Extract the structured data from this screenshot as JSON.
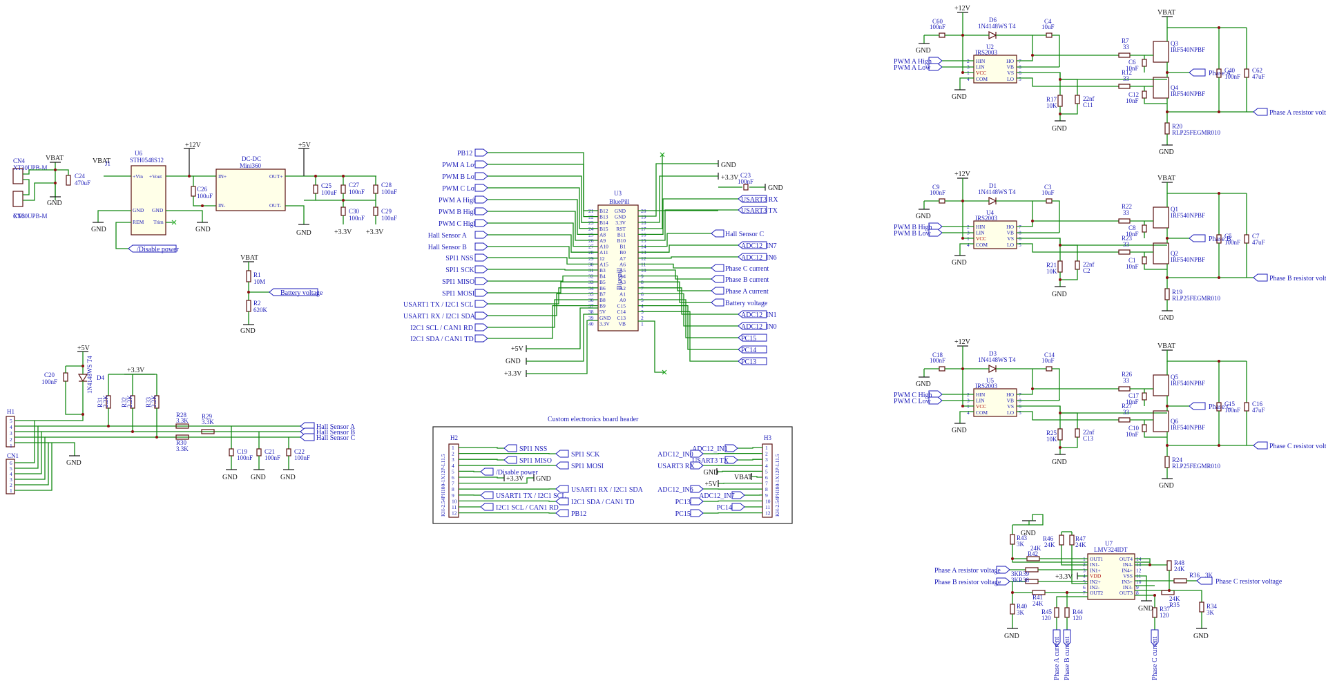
{
  "header_title": "Custom electronics board header",
  "nets": {
    "vbat": "VBAT",
    "p12v": "+12V",
    "p5v": "+5V",
    "p33v": "+3.3V",
    "gnd": "GND",
    "disable_power": "/Disable power",
    "battery_voltage": "Battery voltage",
    "pb12": "PB12",
    "pwm_a_low": "PWM A Low",
    "pwm_b_low": "PWM B Low",
    "pwm_c_low": "PWM C Low",
    "pwm_a_high": "PWM A High",
    "pwm_b_high": "PWM B High",
    "pwm_c_high": "PWM C High",
    "hall_a": "Hall Sensor A",
    "hall_b": "Hall Sensor B",
    "hall_c": "Hall Sensor C",
    "spi_nss": "SPI1 NSS",
    "spi_sck": "SPI1 SCK",
    "spi_miso": "SPI1 MISO",
    "spi_mosi": "SPI1 MOSI",
    "usart1_tx": "USART1 TX / I2C1 SCL",
    "usart1_rx": "USART1 RX / I2C1 SDA",
    "i2c_rd": "I2C1 SCL / CAN1 RD",
    "i2c_td": "I2C1 SDA / CAN1 TD",
    "usart3_rx": "USART3 RX",
    "usart3_tx": "USART3 TX",
    "adc_in7": "ADC12_IN7",
    "adc_in6": "ADC12_IN6",
    "adc_in1": "ADC12_IN1",
    "adc_in0": "ADC12_IN0",
    "phase_c_current": "Phase C current",
    "phase_b_current": "Phase B current",
    "phase_a_current": "Phase A current",
    "pc15": "PC15",
    "pc14": "PC14",
    "pc13": "PC13",
    "phase_a": "Phase A",
    "phase_b": "Phase B",
    "phase_c": "Phase C",
    "phase_a_rv": "Phase A resistor voltage",
    "phase_b_rv": "Phase B resistor voltage",
    "phase_c_rv": "Phase C resistor voltage",
    "pwm_a_high_t": "PWM A High",
    "pwm_b_high_t": "PWM B High",
    "pwm_c_high_t": "PWM C High"
  },
  "components": {
    "cn4": {
      "ref": "CN4",
      "value": "XT30UPB-M"
    },
    "cn3": {
      "ref": "CN3",
      "value": "XT60UPB-M"
    },
    "c24": {
      "ref": "C24",
      "value": "470uF"
    },
    "j1": {
      "ref": "J1"
    },
    "u6": {
      "ref": "U6",
      "value": "STH0548S12",
      "pins": [
        "+Vin",
        "+Vout",
        "GND",
        "GND",
        "REM",
        "Trim"
      ]
    },
    "c26": {
      "ref": "C26",
      "value": "100uF"
    },
    "dcdc": {
      "ref": "DC-DC",
      "value": "Mini360",
      "pins": [
        "IN+",
        "IN-",
        "OUT+",
        "OUT-"
      ]
    },
    "c25": {
      "ref": "C25",
      "value": "100uF"
    },
    "c27": {
      "ref": "C27",
      "value": "100nF"
    },
    "c28": {
      "ref": "C28",
      "value": "100nF"
    },
    "c30": {
      "ref": "C30",
      "value": "100nF"
    },
    "c29": {
      "ref": "C29",
      "value": "100nF"
    },
    "r1": {
      "ref": "R1",
      "value": "10M"
    },
    "r2": {
      "ref": "R2",
      "value": "620K"
    },
    "u3": {
      "ref": "U3",
      "value": "BluePill",
      "body": "Bluepill",
      "left_pins": [
        "B12",
        "B13",
        "B14",
        "B15",
        "A8",
        "A9",
        "A10",
        "A11",
        "12",
        "A15",
        "B3",
        "B4",
        "B5",
        "B6",
        "B7",
        "B8",
        "B9",
        "5V",
        "GND",
        "3.3V"
      ],
      "left_nums": [
        "21",
        "22",
        "23",
        "24",
        "25",
        "26",
        "27",
        "28",
        "29",
        "30",
        "31",
        "32",
        "33",
        "34",
        "35",
        "36",
        "37",
        "38",
        "39",
        "40"
      ],
      "right_pins": [
        "GND",
        "GND",
        "3.3V",
        "RST",
        "B11",
        "B10",
        "B1",
        "B0",
        "A7",
        "A6",
        "A5",
        "A4",
        "A3",
        "A2",
        "A1",
        "A0",
        "C15",
        "C14",
        "C13",
        "VB"
      ],
      "right_nums": [
        "20",
        "19",
        "18",
        "17",
        "16",
        "15",
        "14",
        "13",
        "12",
        "11",
        "10",
        "9",
        "8",
        "7",
        "6",
        "5",
        "4",
        "3",
        "2",
        "1"
      ]
    },
    "c23": {
      "ref": "C23",
      "value": "100nF"
    },
    "h1": {
      "ref": "H1"
    },
    "cn1": {
      "ref": "CN1"
    },
    "c20": {
      "ref": "C20",
      "value": "100nF"
    },
    "d4": {
      "ref": "D4",
      "value": "1N4148WS T4"
    },
    "r31": {
      "ref": "R31",
      "value": "2.2K"
    },
    "r32": {
      "ref": "R32",
      "value": "2.2K"
    },
    "r33": {
      "ref": "R33",
      "value": "2.2K"
    },
    "r28": {
      "ref": "R28",
      "value": "3.3K"
    },
    "r29": {
      "ref": "R29",
      "value": "3.3K"
    },
    "r30": {
      "ref": "R30",
      "value": "3.3K"
    },
    "c19": {
      "ref": "C19",
      "value": "100nF"
    },
    "c21": {
      "ref": "C21",
      "value": "100nF"
    },
    "c22": {
      "ref": "C22",
      "value": "100nF"
    },
    "h2": {
      "ref": "H2",
      "value": "KH-2.54PH180-1X12P-L11.5"
    },
    "h3": {
      "ref": "H3",
      "value": "KH-2.54PH180-1X12P-L11.5"
    },
    "pins12": [
      "1",
      "2",
      "3",
      "4",
      "5",
      "6",
      "7",
      "8",
      "9",
      "10",
      "11",
      "12"
    ],
    "drv_pins": [
      "HIN",
      "LIN",
      "VCC",
      "COM",
      "HO",
      "VB",
      "VS",
      "LO"
    ],
    "drv_nums": [
      "2",
      "3",
      "1",
      "4",
      "7",
      "8",
      "6",
      "5"
    ],
    "half_a": {
      "c_in": "C60",
      "d": "D6",
      "u": "U2",
      "cb": "C4",
      "r_hi": "R7",
      "r_lo": "R12",
      "c_hi": "C6",
      "c_lo": "C12",
      "q_hi": "Q3",
      "q_lo": "Q4",
      "c_bulk1": "C40",
      "c_bulk2": "C62",
      "r_g": "R17",
      "c_f": "C11",
      "r_s": "R20"
    },
    "half_b": {
      "c_in": "C9",
      "d": "D1",
      "u": "U4",
      "cb": "C3",
      "r_hi": "R22",
      "r_lo": "R23",
      "c_hi": "C8",
      "c_lo": "C1",
      "q_hi": "Q1",
      "q_lo": "Q2",
      "c_bulk1": "C5",
      "c_bulk2": "C7",
      "r_g": "R21",
      "c_f": "C2",
      "r_s": "R19"
    },
    "half_c": {
      "c_in": "C18",
      "d": "D3",
      "u": "U5",
      "cb": "C14",
      "r_hi": "R26",
      "r_lo": "R27",
      "c_hi": "C17",
      "c_lo": "C10",
      "q_hi": "Q5",
      "q_lo": "Q6",
      "c_bulk1": "C15",
      "c_bulk2": "C16",
      "r_g": "R25",
      "c_f": "C13",
      "r_s": "R24"
    },
    "half_values": {
      "c100n": "100nF",
      "diode": "1N4148WS T4",
      "drv": "IRS2003",
      "c10u": "10uF",
      "r33": "33",
      "c10n": "10nF",
      "mosfet": "IRF540NPBF",
      "c47u": "47uF",
      "r10k": "10K",
      "c22n": "22nf",
      "rshunt": "RLP25FEGMR010"
    },
    "u7": {
      "ref": "U7",
      "value": "LMV324IDT",
      "left_pins": [
        "OUT1",
        "IN1-",
        "IN1+",
        "VDD",
        "IN2+",
        "IN2-",
        "OUT2"
      ],
      "left_nums": [
        "1",
        "2",
        "3",
        "4",
        "5",
        "6",
        "7"
      ],
      "right_pins": [
        "OUT4",
        "IN4-",
        "IN4+",
        "VSS",
        "IN3+",
        "IN3-",
        "OUT3"
      ],
      "right_nums": [
        "14",
        "13",
        "12",
        "11",
        "10",
        "9",
        "8"
      ]
    },
    "opamp_r": {
      "r43": {
        "ref": "R43",
        "value": "3K"
      },
      "r42": {
        "ref": "R42",
        "value": "24K"
      },
      "r46": {
        "ref": "R46",
        "value": "24K"
      },
      "r47": {
        "ref": "R47",
        "value": "24K"
      },
      "r39": {
        "ref": "3KR39"
      },
      "r38": {
        "ref": "3KR38"
      },
      "r41": {
        "ref": "R41",
        "value": "24K"
      },
      "r40": {
        "ref": "R40",
        "value": "3K"
      },
      "r45": {
        "ref": "R45",
        "value": "120"
      },
      "r44": {
        "ref": "R44",
        "value": "120"
      },
      "r48": {
        "ref": "R48",
        "value": "24K"
      },
      "r36": {
        "ref": "R36",
        "value": "3K"
      },
      "r35": {
        "ref": "R35",
        "value": "24K"
      },
      "r37": {
        "ref": "R37",
        "value": "120"
      },
      "r34": {
        "ref": "R34",
        "value": "3K"
      }
    }
  }
}
